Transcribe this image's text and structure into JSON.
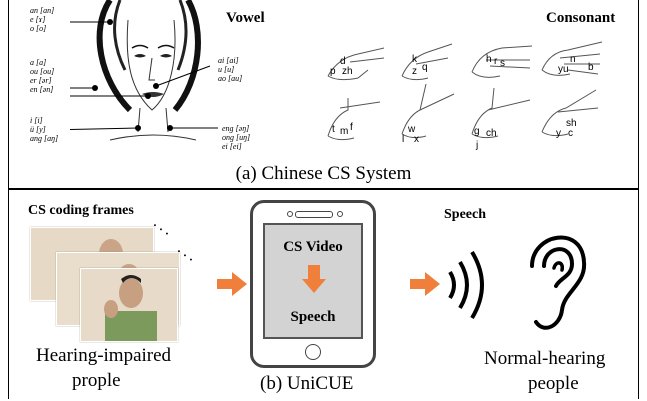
{
  "section_a": {
    "vowel_title": "Vowel",
    "consonant_title": "Consonant",
    "caption": "(a) Chinese CS System",
    "vowels_left_top": [
      "an [an]",
      "e [ɤ]",
      "o [o]"
    ],
    "vowels_left_mid": [
      "a [a]",
      "ou [ou]",
      "er [ər]",
      "en [ən]"
    ],
    "vowels_left_bottom": [
      "i [i]",
      "ü [y]",
      "ang [aŋ]"
    ],
    "vowels_right_top": [
      "ai [ai]",
      "u [u]",
      "ao [au]"
    ],
    "vowels_right_bottom": [
      "eng [əŋ]",
      "ong [uŋ]",
      "ei [ei]"
    ],
    "hands": [
      {
        "letters": [
          "d",
          "p",
          "zh"
        ]
      },
      {
        "letters": [
          "k",
          "z",
          "q"
        ]
      },
      {
        "letters": [
          "h",
          "r",
          "s"
        ]
      },
      {
        "letters": [
          "n",
          "yu",
          "b"
        ]
      },
      {
        "letters": [
          "t",
          "m",
          "f"
        ]
      },
      {
        "letters": [
          "w",
          "l",
          "x"
        ]
      },
      {
        "letters": [
          "g",
          "ch",
          "j"
        ]
      },
      {
        "letters": [
          "sh",
          "y",
          "c"
        ]
      }
    ]
  },
  "section_b": {
    "frames_title": "CS coding frames",
    "left_caption_line1": "Hearing-impaired",
    "left_caption_line2": "prople",
    "phone_top": "CS Video",
    "phone_bottom": "Speech",
    "speech_label": "Speech",
    "center_caption": "(b) UniCUE",
    "right_caption_line1": "Normal-hearing",
    "right_caption_line2": "people"
  },
  "colors": {
    "arrow": "#f07f3c",
    "phone_screen": "#d3d3d3",
    "phone_border": "#444444"
  }
}
